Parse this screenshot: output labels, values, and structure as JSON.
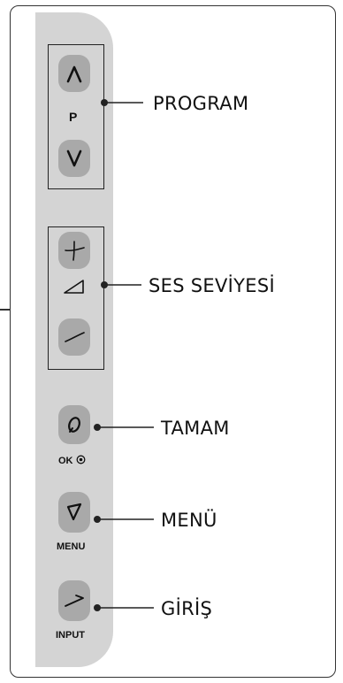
{
  "labels": {
    "program": "PROGRAM",
    "ses_seviyesi": "SES SEVİYESİ",
    "tamam": "TAMAM",
    "menu": "MENÜ",
    "giris": "GİRİŞ"
  },
  "button_text": {
    "p": "P",
    "ok": "OK",
    "menu": "MENU",
    "input": "INPUT"
  },
  "icons": {
    "program_up": "caret-up-icon",
    "program_down": "caret-down-icon",
    "volume_up": "plus-icon",
    "volume": "volume-triangle-icon",
    "volume_down": "minus-icon",
    "ok": "zero-icon",
    "menu": "menu-triangle-icon",
    "input": "arrow-right-icon",
    "ok_mark": "target-dot-icon"
  },
  "colors": {
    "panel": "#d4d4d4",
    "button": "#a9a9a9",
    "line": "#222222"
  }
}
